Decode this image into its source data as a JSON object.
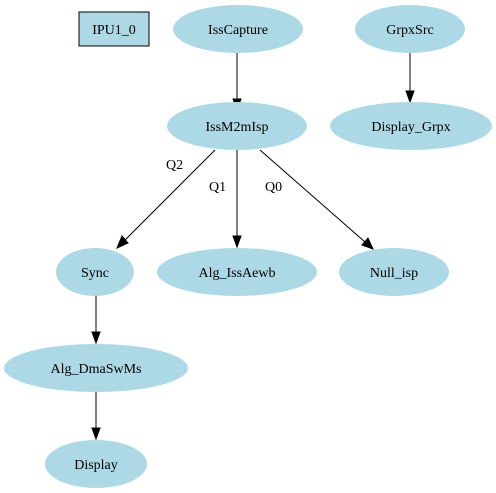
{
  "colors": {
    "node_fill": "#add8e6",
    "stroke": "#000000",
    "text": "#000000",
    "background": "#ffffff"
  },
  "graph": {
    "nodes": {
      "ipu": {
        "label": "IPU1_0",
        "shape": "box"
      },
      "iss_capture": {
        "label": "IssCapture",
        "shape": "ellipse"
      },
      "grpx_src": {
        "label": "GrpxSrc",
        "shape": "ellipse"
      },
      "iss_m2m_isp": {
        "label": "IssM2mIsp",
        "shape": "ellipse"
      },
      "display_grpx": {
        "label": "Display_Grpx",
        "shape": "ellipse"
      },
      "sync": {
        "label": "Sync",
        "shape": "ellipse"
      },
      "alg_iss_aewb": {
        "label": "Alg_IssAewb",
        "shape": "ellipse"
      },
      "null_isp": {
        "label": "Null_isp",
        "shape": "ellipse"
      },
      "alg_dma_sw_ms": {
        "label": "Alg_DmaSwMs",
        "shape": "ellipse"
      },
      "display": {
        "label": "Display",
        "shape": "ellipse"
      }
    },
    "edges": [
      {
        "from": "IssCapture",
        "to": "IssM2mIsp",
        "label": ""
      },
      {
        "from": "GrpxSrc",
        "to": "Display_Grpx",
        "label": ""
      },
      {
        "from": "IssM2mIsp",
        "to": "Sync",
        "label": "Q2"
      },
      {
        "from": "IssM2mIsp",
        "to": "Alg_IssAewb",
        "label": "Q1"
      },
      {
        "from": "IssM2mIsp",
        "to": "Null_isp",
        "label": "Q0"
      },
      {
        "from": "Sync",
        "to": "Alg_DmaSwMs",
        "label": ""
      },
      {
        "from": "Alg_DmaSwMs",
        "to": "Display",
        "label": ""
      }
    ],
    "edge_labels": {
      "q2": "Q2",
      "q1": "Q1",
      "q0": "Q0"
    }
  }
}
